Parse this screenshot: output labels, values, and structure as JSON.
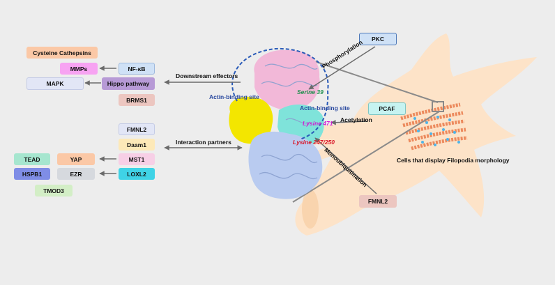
{
  "upstream": {
    "pkc": "PKC",
    "pcaf": "PCAF",
    "fmnl2_bottom": "FMNL2"
  },
  "modifications": {
    "phosphorylation": "Phosphorylation",
    "acetylation": "Acetylation",
    "monoubiquitination": "Monoubiquitination"
  },
  "sites": {
    "serine": "Serine 39",
    "lysine471": "Lysine 471",
    "lysine247": "Lysine 247/250",
    "actin_site_left": "Actin-binding site",
    "actin_site_right": "Actin-binding site"
  },
  "downstream": {
    "label": "Downstream effectors",
    "cysteine": "Cysteine Cathepsins",
    "mmps": "MMPs",
    "nfkb": "NF-κB",
    "mapk": "MAPK",
    "hippo": "Hippo pathway",
    "brms1": "BRMS1"
  },
  "partners": {
    "label": "Interaction partners",
    "fmnl2": "FMNL2",
    "daam1": "Daam1",
    "mst1": "MST1",
    "tead": "TEAD",
    "yap": "YAP",
    "hspb1": "HSPB1",
    "ezr": "EZR",
    "loxl2": "LOXL2",
    "tmod3": "TMOD3"
  },
  "cell": {
    "caption": "Cells that display Filopodia morphology"
  },
  "colors": {
    "background": "#ededed",
    "cell": "#fde3c8",
    "arrow": "#6b6b6b",
    "actin_site_text": "#2b4aa0",
    "serine_text": "#1f8f4e",
    "lysine471_text": "#d21ad2",
    "lysine247_text": "#d8182a"
  }
}
